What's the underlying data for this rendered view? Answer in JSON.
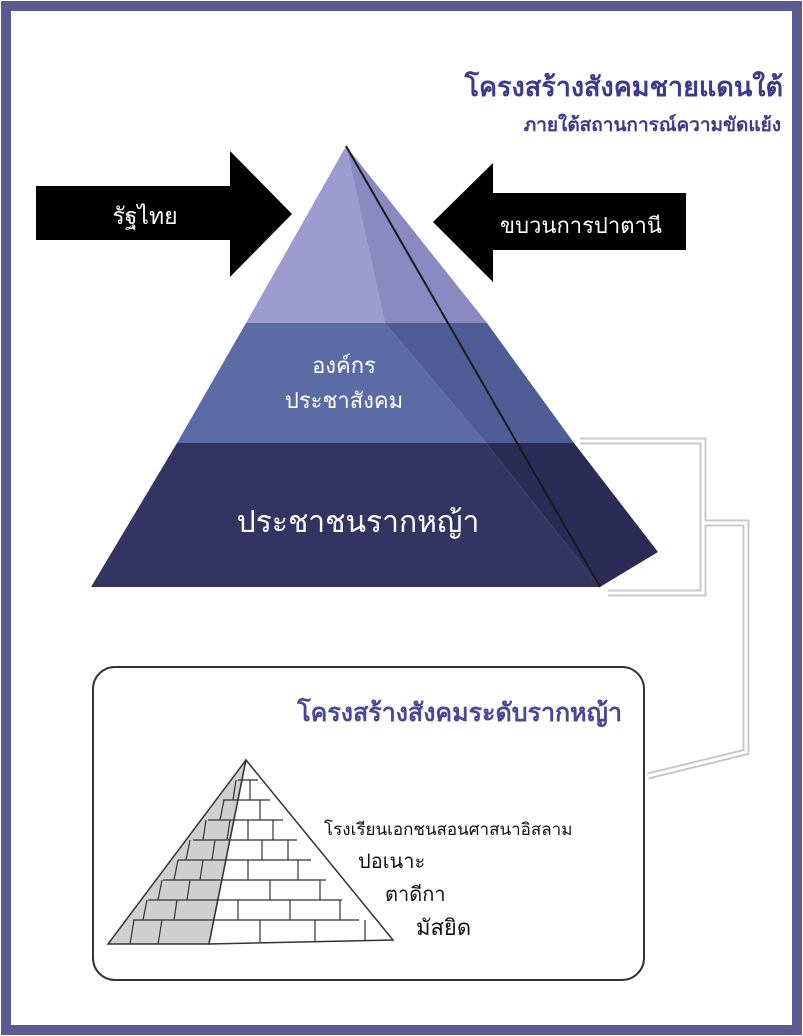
{
  "title": "โครงสร้างสังคมชายแดนใต้",
  "subtitle": "ภายใต้สถานการณ์ความขัดแย้ง",
  "arrows": {
    "left": "รัฐไทย",
    "right": "ขบวนการปาตานี"
  },
  "pyramid": {
    "middle_line1": "องค์กร",
    "middle_line2": "ประชาสังคม",
    "bottom": "ประชาชนรากหญ้า"
  },
  "inset": {
    "title": "โครงสร้างสังคมระดับรากหญ้า",
    "labels": [
      "โรงเรียนเอกชนสอนศาสนาอิสลาม",
      "ปอเนาะ",
      "ตาดีกา",
      "มัสยิด"
    ]
  },
  "colors": {
    "frame": "#5c5a91",
    "top_tier": "#9d9bd0",
    "middle_tier": "#5b6ba6",
    "bottom_tier": "#343463",
    "title": "#3d3a8c"
  }
}
